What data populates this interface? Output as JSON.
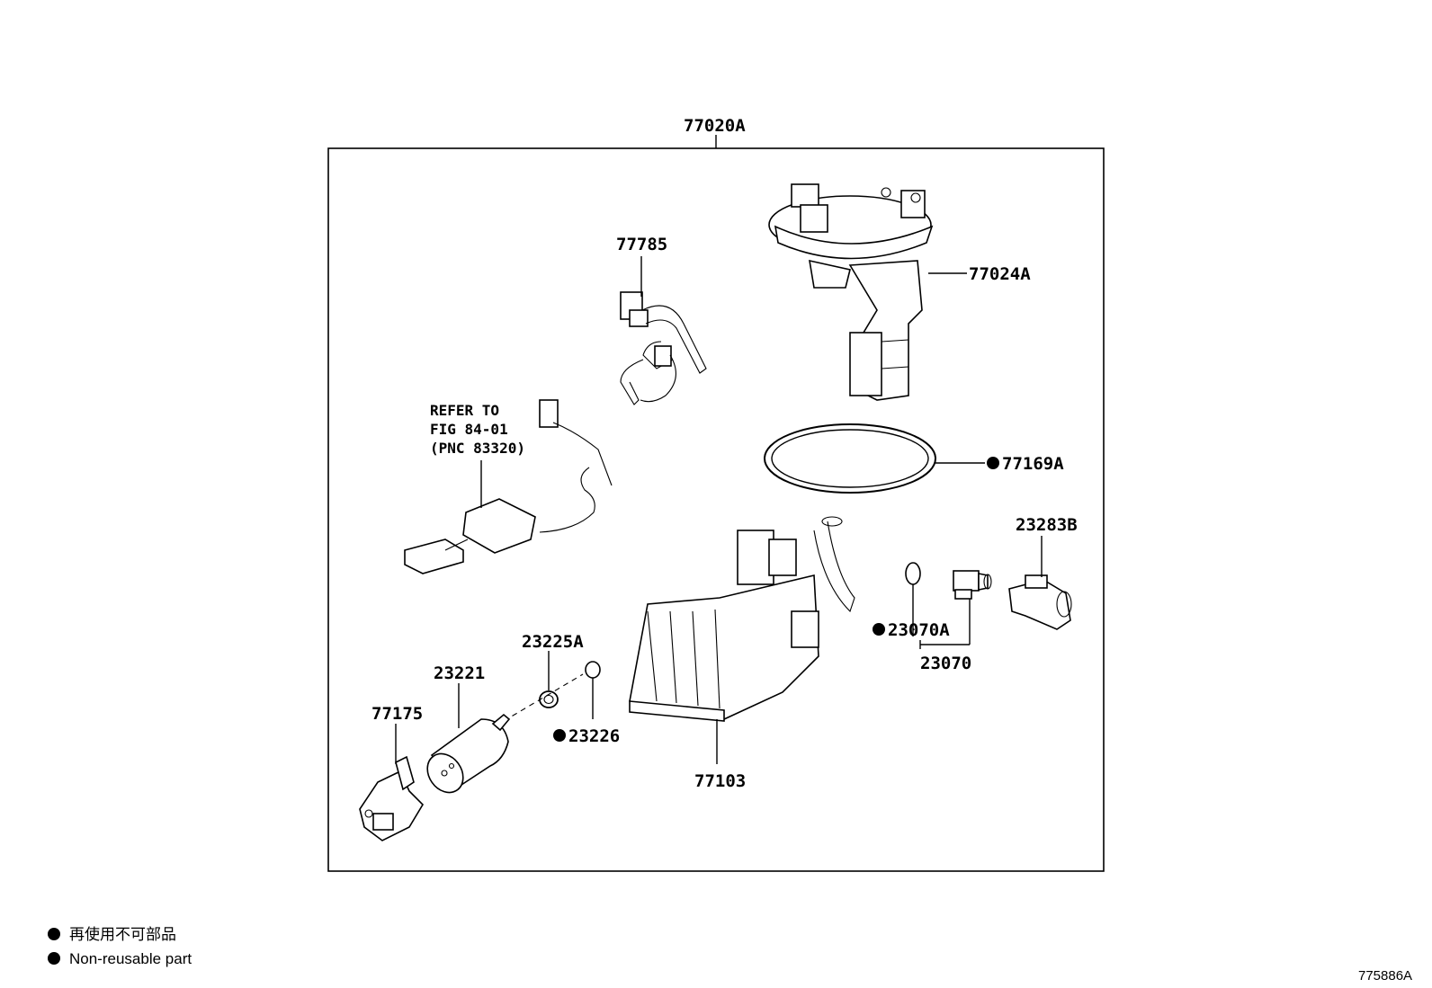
{
  "callouts": {
    "assembly": "77020A",
    "p77785": "77785",
    "p77024A": "77024A",
    "p77169A": "77169A",
    "p23283B": "23283B",
    "p23070A": "23070A",
    "p23070": "23070",
    "p23225A": "23225A",
    "p23221": "23221",
    "p23226": "23226",
    "p77175": "77175",
    "p77103": "77103"
  },
  "reference_note": {
    "line1": "REFER TO",
    "line2": "FIG 84-01",
    "line3": "(PNC 83320)"
  },
  "legend": {
    "marker_symbol": "●",
    "japanese": "再使用不可部品",
    "english": "Non-reusable part"
  },
  "figure_code": "775886A",
  "non_reusable_parts": [
    "77169A",
    "23070A",
    "23226"
  ]
}
